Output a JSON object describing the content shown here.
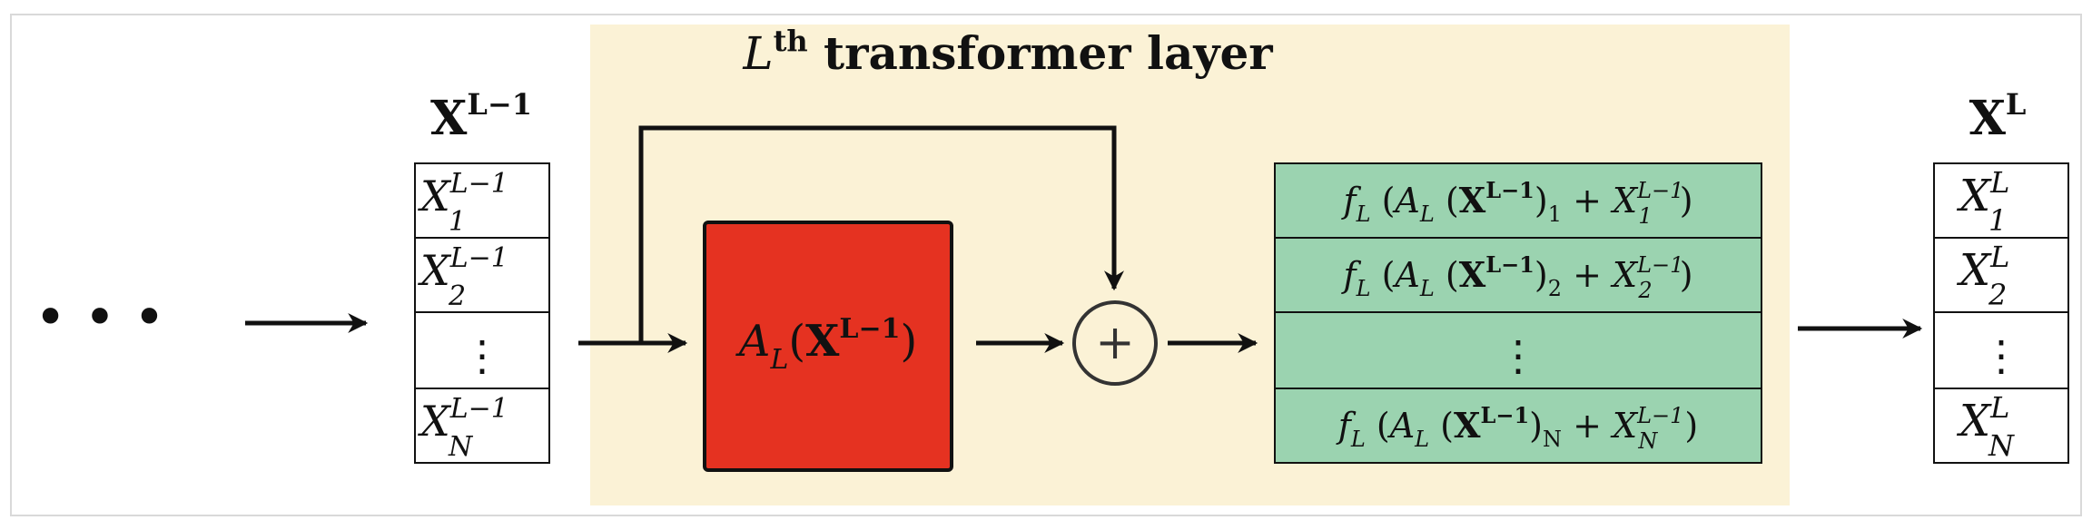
{
  "colors": {
    "panel_bg": "#fbf2d6",
    "attention_block": "#e53221",
    "ffn_block": "#9bd3b0",
    "stroke": "#111111",
    "frame_border": "#d9d9d9"
  },
  "title": {
    "symbol": "L",
    "superscript": "th",
    "text": " transformer layer"
  },
  "ellipsis": "• • •",
  "input": {
    "label": "X",
    "label_sup": "L−1",
    "cells": [
      {
        "base": "X",
        "sub": "1",
        "sup": "L−1"
      },
      {
        "base": "X",
        "sub": "2",
        "sup": "L−1"
      },
      {
        "vdots": "⋮"
      },
      {
        "base": "X",
        "sub": "N",
        "sup": "L−1"
      }
    ]
  },
  "attention": {
    "func": "A",
    "func_sub": "L",
    "open": "(",
    "arg": "X",
    "arg_sup": "L−1",
    "close": ")"
  },
  "add_node": {
    "symbol": "+"
  },
  "ffn": {
    "rows": [
      {
        "f": "f",
        "f_sub": "L",
        "a": "A",
        "a_sub": "L",
        "x": "X",
        "x_sup": "L−1",
        "idx": "1",
        "plus": "+",
        "r": "X",
        "r_sub": "1",
        "r_sup": "L−1"
      },
      {
        "f": "f",
        "f_sub": "L",
        "a": "A",
        "a_sub": "L",
        "x": "X",
        "x_sup": "L−1",
        "idx": "2",
        "plus": "+",
        "r": "X",
        "r_sub": "2",
        "r_sup": "L−1"
      },
      {
        "vdots": "⋮"
      },
      {
        "f": "f",
        "f_sub": "L",
        "a": "A",
        "a_sub": "L",
        "x": "X",
        "x_sup": "L−1",
        "idx": "N",
        "plus": "+",
        "r": "X",
        "r_sub": "N",
        "r_sup": "L−1"
      }
    ]
  },
  "output": {
    "label": "X",
    "label_sup": "L",
    "cells": [
      {
        "base": "X",
        "sub": "1",
        "sup": "L"
      },
      {
        "base": "X",
        "sub": "2",
        "sup": "L"
      },
      {
        "vdots": "⋮"
      },
      {
        "base": "X",
        "sub": "N",
        "sup": "L"
      }
    ]
  }
}
